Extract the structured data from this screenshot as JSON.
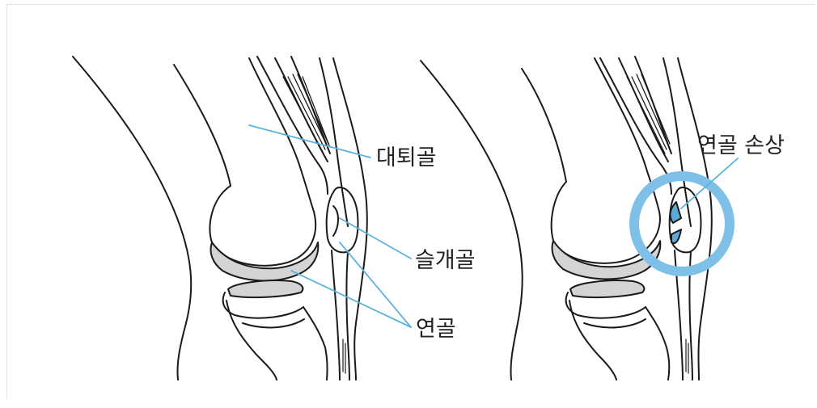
{
  "labels": {
    "femur": "대퇴골",
    "patella": "슬개골",
    "cartilage": "연골",
    "cartilage_damage": "연골 손상"
  },
  "colors": {
    "leader_line": "#5cb3e0",
    "highlight_ring": "#7ec0e8",
    "cartilage_fill": "#d4d4d4",
    "damage_fill": "#5aa9d8",
    "outline": "#1a1a1a"
  }
}
